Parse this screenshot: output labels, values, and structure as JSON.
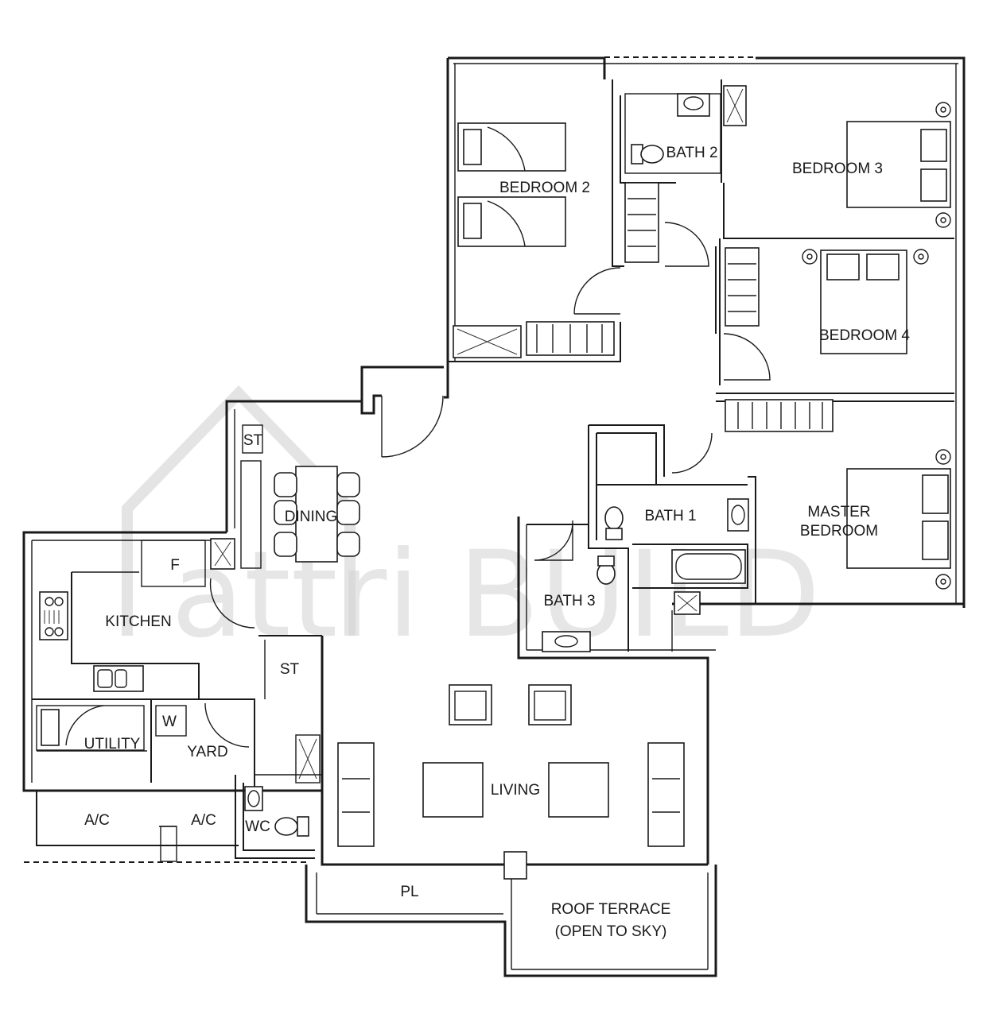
{
  "watermark": {
    "text": "attri BUILD",
    "color": "#cfcfcf"
  },
  "rooms": {
    "bedroom2": "BEDROOM 2",
    "bath2": "BATH 2",
    "bedroom3": "BEDROOM 3",
    "bedroom4": "BEDROOM 4",
    "master_line1": "MASTER",
    "master_line2": "BEDROOM",
    "bath1": "BATH 1",
    "bath3": "BATH 3",
    "dining": "DINING",
    "kitchen": "KITCHEN",
    "fridge": "F",
    "store_kitchen": "ST",
    "store_dining": "ST",
    "utility": "UTILITY",
    "washer": "W",
    "yard": "YARD",
    "ac_left": "A/C",
    "ac_right": "A/C",
    "wc": "WC",
    "living": "LIVING",
    "pl": "PL",
    "terrace_line1": "ROOF TERRACE",
    "terrace_line2": "(OPEN TO SKY)"
  },
  "colors": {
    "line": "#1a1a1a",
    "background": "#ffffff"
  }
}
